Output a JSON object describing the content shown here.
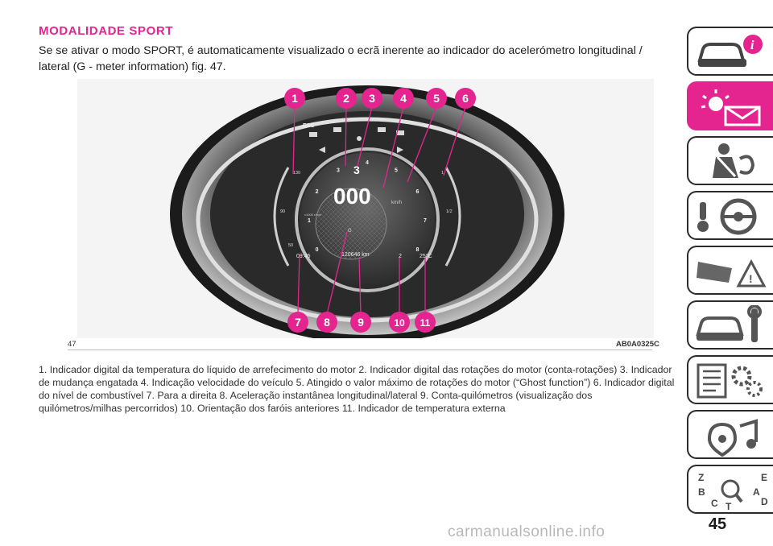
{
  "section": {
    "title": "MODALIDADE SPORT",
    "intro": "Se se ativar o modo SPORT, é automaticamente visualizado o ecrã inerente ao indicador do acelerómetro longitudinal / lateral (G - meter information) fig. 47."
  },
  "figure": {
    "number": "47",
    "code": "AB0A0325C",
    "callouts": [
      "1",
      "2",
      "3",
      "4",
      "5",
      "6",
      "7",
      "8",
      "9",
      "10",
      "11"
    ],
    "display": {
      "gear": "3",
      "speed": "000",
      "speed_unit": "km/h",
      "odometer": "120646 km",
      "clock": "09:45",
      "temperature": "25°C",
      "headlight_orientation": "2",
      "esc_label": "ESC",
      "g_label": "G",
      "scale_left_top": "130",
      "scale_left_mid": "90",
      "scale_left_bottom": "50",
      "scale_right_top": "1",
      "scale_right_mid": "1/2",
      "rpm_ticks": [
        "0",
        "1",
        "2",
        "3",
        "4",
        "5",
        "6",
        "7",
        "8"
      ],
      "rpm_unit": "x1000 r/min"
    }
  },
  "caption": "1. Indicador digital da temperatura do líquido de arrefecimento do motor 2. Indicador digital das rotações do motor (conta-rotações) 3. Indicador de mudança engatada 4. Indicação velocidade do veículo 5. Atingido o valor máximo de rotações do motor (“Ghost function”) 6. Indicador digital do nível de combustível 7. Para a direita 8. Aceleração instantânea longitudinal/lateral 9. Conta-quilómetros (visualização dos quilómetros/milhas percorridos) 10. Orientação dos faróis anteriores 11. Indicador de temperatura externa",
  "page_number": "45",
  "watermark": "carmanualsonline.info",
  "colors": {
    "accent": "#e4258f",
    "tab_border": "#2b2b2b"
  },
  "tabs": [
    {
      "icon": "car-info-icon",
      "active": false
    },
    {
      "icon": "warning-light-message-icon",
      "active": true
    },
    {
      "icon": "safety-seatbelt-airbag-icon",
      "active": false
    },
    {
      "icon": "steering-wheel-ignition-icon",
      "active": false
    },
    {
      "icon": "car-emergency-icon",
      "active": false
    },
    {
      "icon": "car-maintenance-wrench-icon",
      "active": false
    },
    {
      "icon": "technical-data-gears-icon",
      "active": false
    },
    {
      "icon": "multimedia-music-icon",
      "active": false
    },
    {
      "icon": "alphabetical-index-icon",
      "active": false
    }
  ],
  "index_letters": [
    "Z",
    "E",
    "B",
    "A",
    "C",
    "D",
    "T"
  ]
}
